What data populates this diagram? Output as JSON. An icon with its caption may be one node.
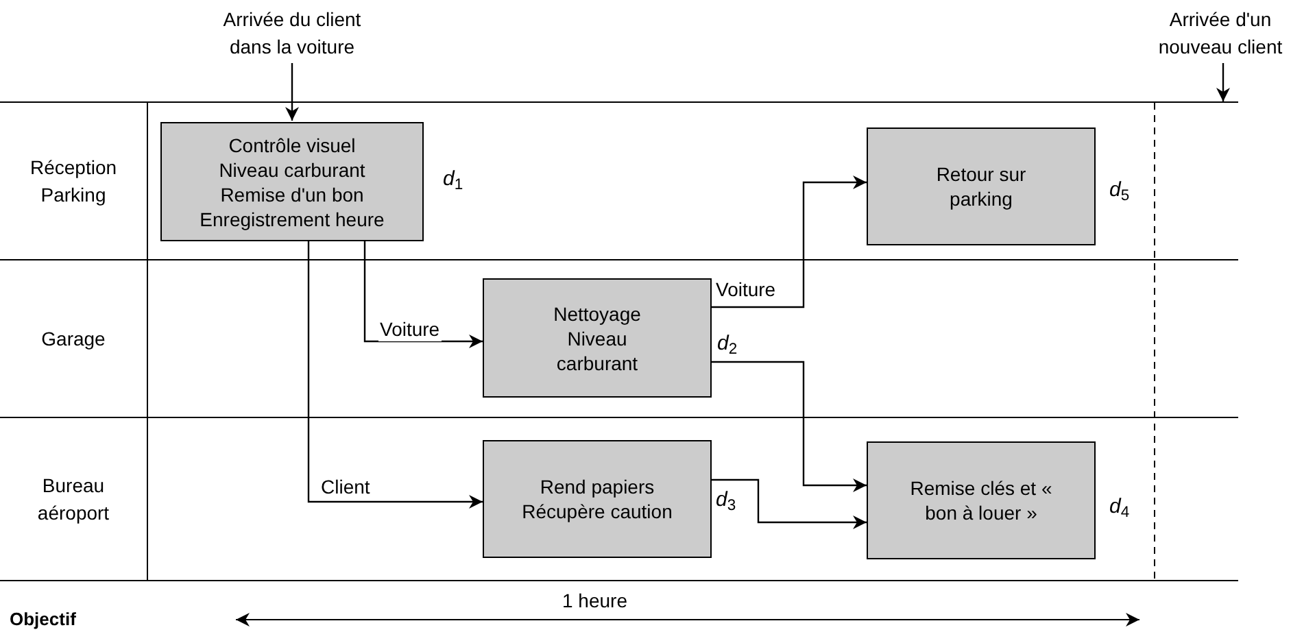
{
  "diagram": {
    "nodes": [
      {
        "text": [
          "Arrivée du client dans la voiture"
        ]
      },
      {
        "text": [
          "Arrivée d'un nouveau client"
        ]
      },
      {
        "text": [
          "Réception Parking"
        ]
      },
      {
        "text": [
          "Contrôle visuel",
          "Niveau carburant",
          "Remise d'un bon",
          "Enregistrement heure"
        ],
        "in": 2,
        "beside": [
          "*d*$_{1}$"
        ]
      },
      {
        "text": [
          "Retour sur parking"
        ],
        "in": 2,
        "beside": [
          "*d*$_{5}$"
        ]
      },
      {
        "text": [
          "Garage"
        ]
      },
      {
        "text": [
          "Nettoyage",
          "Niveau carburant"
        ],
        "in": 5,
        "beside": [
          "*d*$_{2}$"
        ]
      },
      {
        "text": [
          "Bureau aéroport"
        ]
      },
      {
        "text": [
          "Rend papiers",
          "Récupère caution"
        ],
        "in": 7,
        "beside": [
          "*d*$_{3}$"
        ]
      },
      {
        "text": [
          "Remise clés et « bon à louer »"
        ],
        "in": 7,
        "beside": [
          "*d*$_{4}$"
        ]
      }
    ],
    "edges": [
      {
        "from": 0,
        "to": 3,
        "arrow": "to"
      },
      {
        "from": 1,
        "to": 2,
        "arrow": "to"
      },
      {
        "from": 3,
        "to": 6,
        "arrow": "to",
        "label": "Voiture"
      },
      {
        "from": 3,
        "to": 8,
        "arrow": "to",
        "label": "Client"
      },
      {
        "from": 6,
        "to": 4,
        "arrow": "to",
        "label": "Voiture"
      },
      {
        "from": 6,
        "to": 9,
        "arrow": "to"
      },
      {
        "from": 8,
        "to": 9,
        "arrow": "to"
      }
    ],
    "labels": [
      "1 heure",
      "Objectif"
    ]
  }
}
